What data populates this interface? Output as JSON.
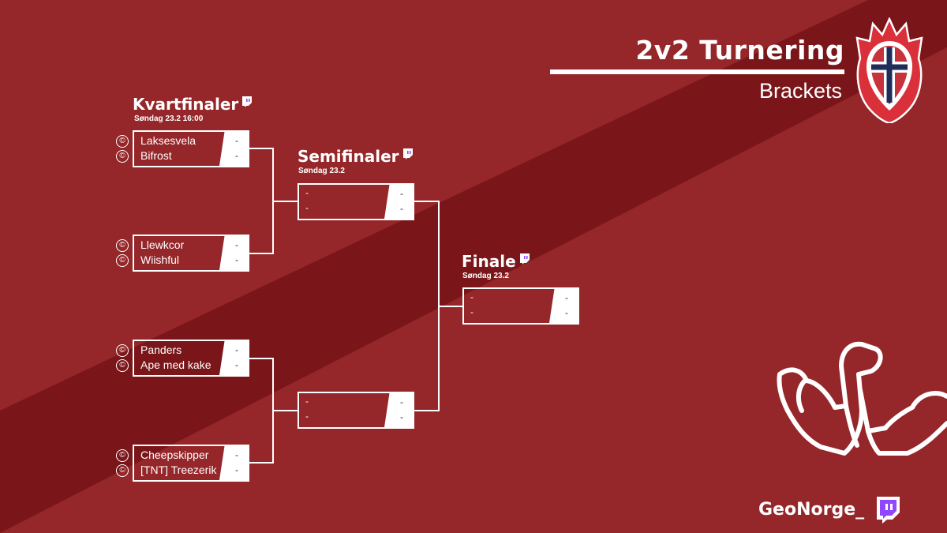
{
  "header": {
    "title": "2v2 Turnering",
    "subtitle": "Brackets"
  },
  "rounds": [
    {
      "label": "Kvartfinaler",
      "date": "Søndag 23.2 16:00"
    },
    {
      "label": "Semifinaler",
      "date": "Søndag 23.2"
    },
    {
      "label": "Finale",
      "date": "Søndag 23.2"
    }
  ],
  "quarterfinals": [
    {
      "team1": "Laksesvela",
      "team2": "Bifrost",
      "score1": "-",
      "score2": "-"
    },
    {
      "team1": "Llewkcor",
      "team2": "Wiishful",
      "score1": "-",
      "score2": "-"
    },
    {
      "team1": "Panders",
      "team2": "Ape med kake",
      "score1": "-",
      "score2": "-"
    },
    {
      "team1": "Cheepskipper",
      "team2": "[TNT] Treezerik",
      "score1": "-",
      "score2": "-"
    }
  ],
  "semifinals": [
    {
      "team1": "-",
      "team2": "-",
      "score1": "-",
      "score2": "-"
    },
    {
      "team1": "-",
      "team2": "-",
      "score1": "-",
      "score2": "-"
    }
  ],
  "final": {
    "team1": "-",
    "team2": "-",
    "score1": "-",
    "score2": "-"
  },
  "footer": {
    "channel": "GeoNorge_"
  },
  "copy_symbol": "©",
  "colors": {
    "background": "#952629",
    "stripe": "#7a1619",
    "twitch": "#9146ff",
    "white": "#ffffff"
  },
  "icons": {
    "twitch": "twitch-icon",
    "logo": "flame-shield-logo",
    "arms": "arm-wrestling-icon"
  }
}
